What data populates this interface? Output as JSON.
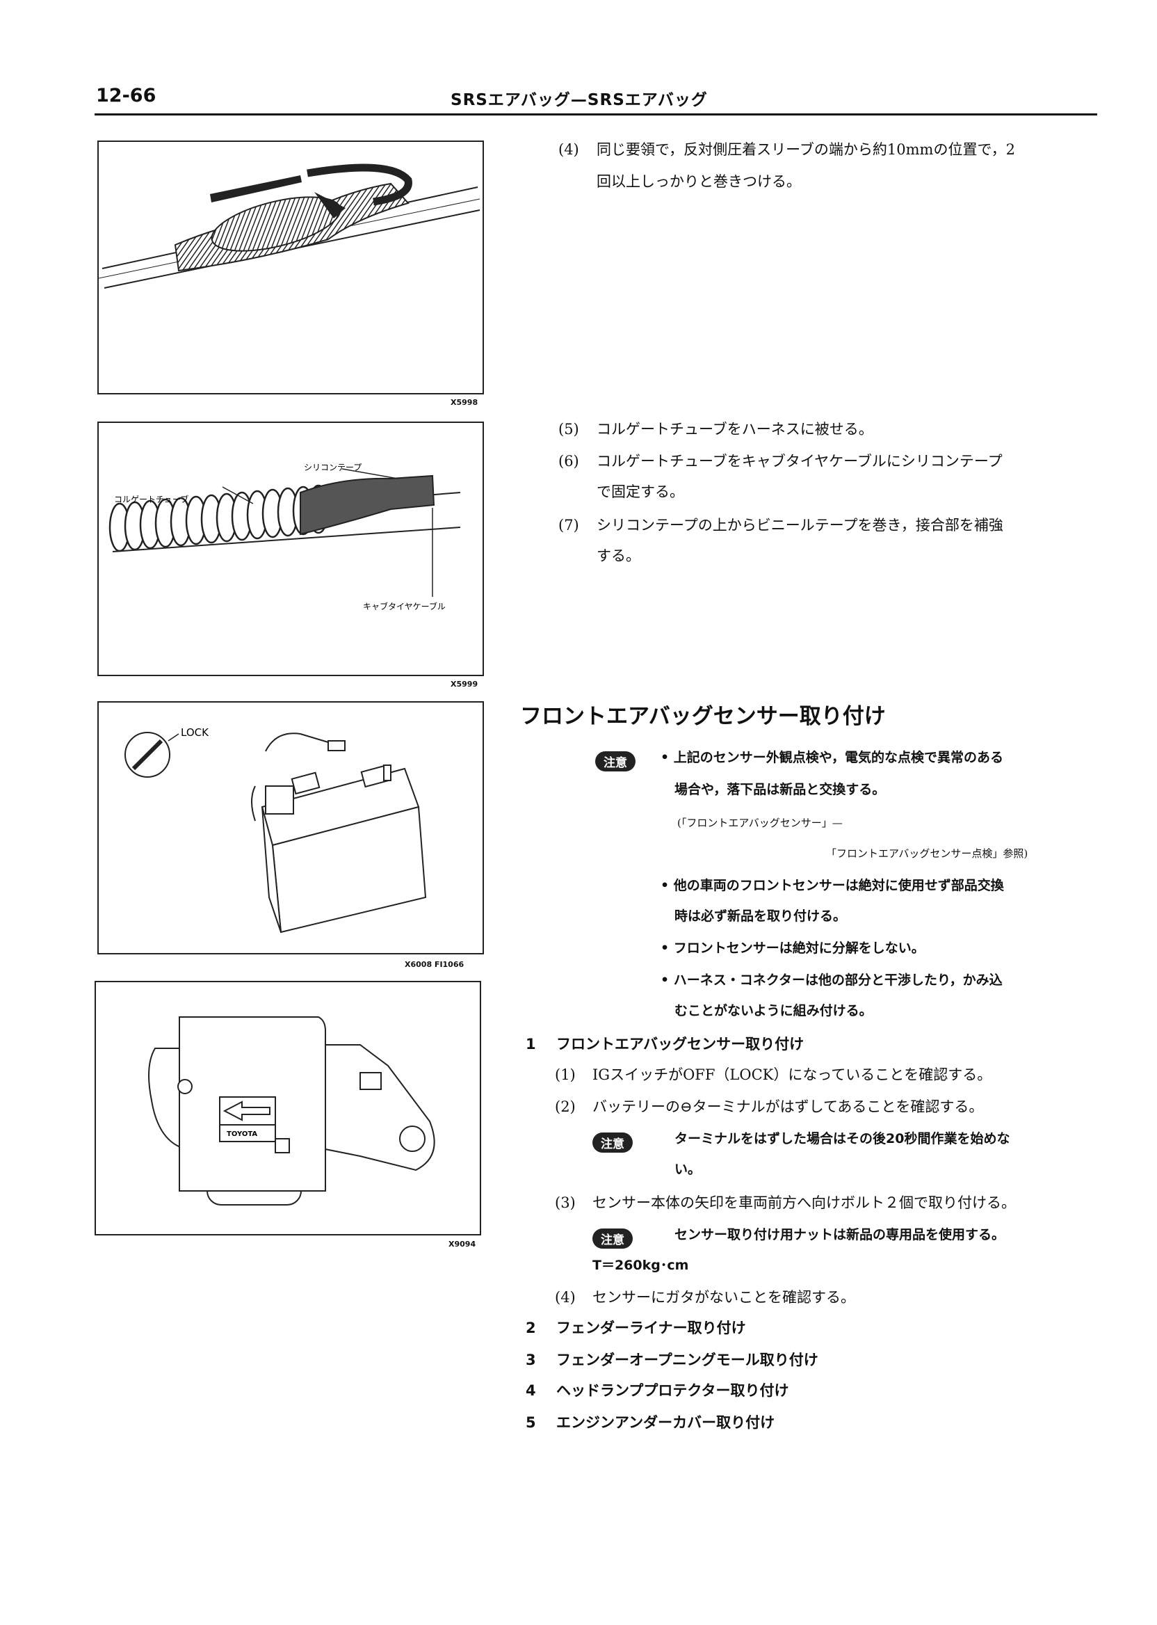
{
  "header": {
    "page_number": "12-66",
    "title": "SRSエアバッグ—SRSエアバッグ"
  },
  "figures": [
    {
      "code": "X5998"
    },
    {
      "code": "X5999",
      "labels": [
        "シリコンテープ",
        "コルゲートチューブ",
        "キャブタイヤケーブル"
      ]
    },
    {
      "code": "X6008  FI1066",
      "labels": [
        "LOCK"
      ]
    },
    {
      "code": "X9094",
      "labels": [
        "TOYOTA"
      ]
    }
  ],
  "steps_top": [
    {
      "num": "(4)",
      "lines": [
        "同じ要領で，反対側圧着スリーブの端から約10mmの位置で，2",
        "回以上しっかりと巻きつける。"
      ]
    },
    {
      "num": "(5)",
      "lines": [
        "コルゲートチューブをハーネスに被せる。"
      ]
    },
    {
      "num": "(6)",
      "lines": [
        "コルゲートチューブをキャブタイヤケーブルにシリコンテープ",
        "で固定する。"
      ]
    },
    {
      "num": "(7)",
      "lines": [
        "シリコンテープの上からビニールテープを巻き，接合部を補強",
        "する。"
      ]
    }
  ],
  "section_title": "フロントエアバッグセンサー取り付け",
  "caution_label": "注意",
  "caution_block": {
    "b1": [
      "• 上記のセンサー外観点検や，電気的な点検で異常のある",
      "場合や，落下品は新品と交換する。"
    ],
    "ref1": "(「フロントエアバッグセンサー」—",
    "ref2": "「フロントエアバッグセンサー点検」参照)",
    "b2": [
      "• 他の車両のフロントセンサーは絶対に使用せず部品交換",
      "時は必ず新品を取り付ける。"
    ],
    "b3": [
      "• フロントセンサーは絶対に分解をしない。"
    ],
    "b4": [
      "• ハーネス・コネクターは他の部分と干渉したり，かみ込",
      "むことがないように組み付ける。"
    ]
  },
  "main_steps": [
    {
      "num": "1",
      "text": "フロントエアバッグセンサー取り付け"
    },
    {
      "num": "2",
      "text": "フェンダーライナー取り付け"
    },
    {
      "num": "3",
      "text": "フェンダーオープニングモール取り付け"
    },
    {
      "num": "4",
      "text": "ヘッドランププロテクター取り付け"
    },
    {
      "num": "5",
      "text": "エンジンアンダーカバー取り付け"
    }
  ],
  "sub_steps": {
    "s1": {
      "num": "(1)",
      "text": "IGスイッチがOFF（LOCK）になっていることを確認する。"
    },
    "s2": {
      "num": "(2)",
      "text": "バッテリーの⊖ターミナルがはずしてあることを確認する。"
    },
    "c2": [
      "ターミナルをはずした場合はその後20秒間作業を始めな",
      "い。"
    ],
    "s3": {
      "num": "(3)",
      "text": "センサー本体の矢印を車両前方へ向けボルト２個で取り付ける。"
    },
    "c3": "センサー取り付け用ナットは新品の専用品を使用する。",
    "torque": "T＝260kg･cm",
    "s4": {
      "num": "(4)",
      "text": "センサーにガタがないことを確認する。"
    }
  }
}
